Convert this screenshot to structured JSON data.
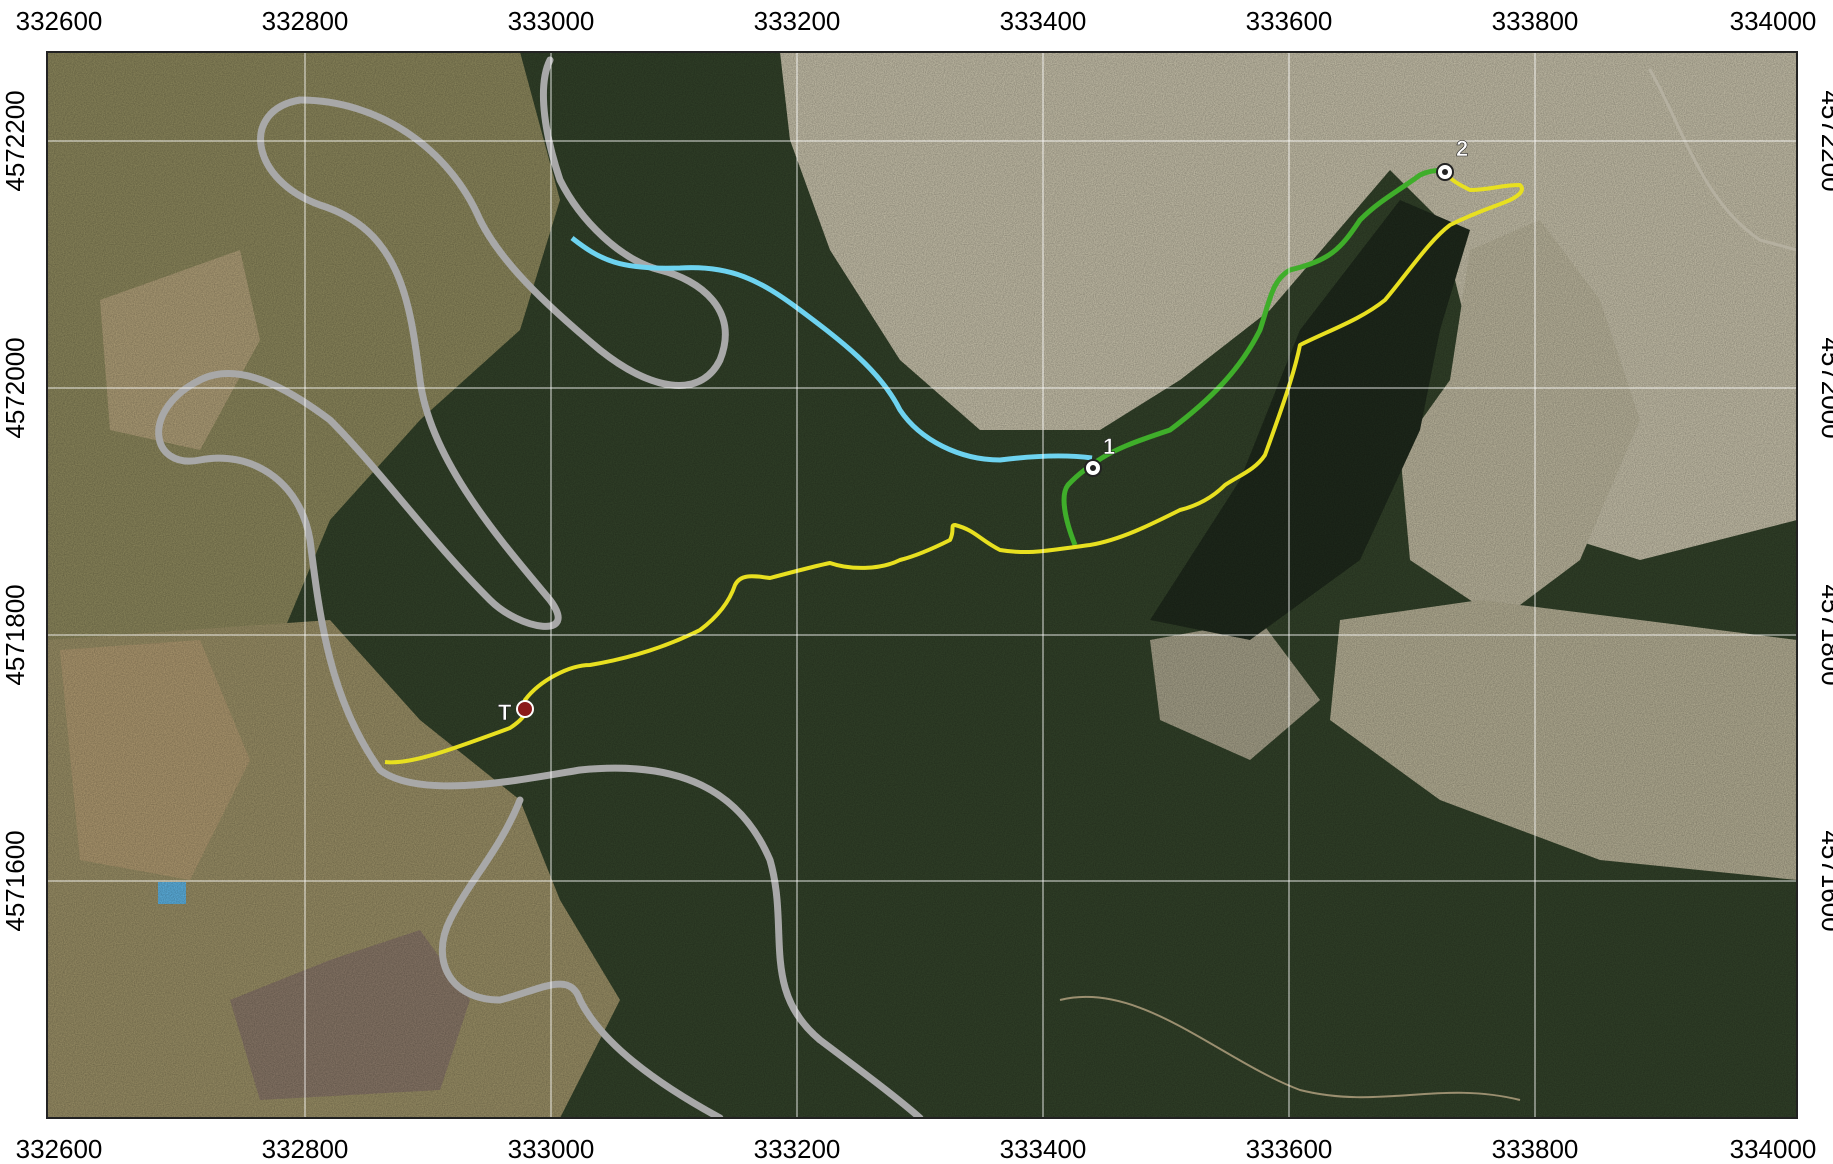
{
  "map": {
    "x_ticks": [
      "332600",
      "332800",
      "333000",
      "333200",
      "333400",
      "333600",
      "333800",
      "334000"
    ],
    "y_ticks": [
      "4572200",
      "4572000",
      "4571800",
      "4571600"
    ],
    "markers": [
      {
        "id": "T",
        "label": "T",
        "color": "#8b1a1a"
      },
      {
        "id": "1",
        "label": "1",
        "color": "#ffffff"
      },
      {
        "id": "2",
        "label": "2",
        "color": "#ffffff"
      }
    ],
    "routes": [
      {
        "id": "blue-trail",
        "color": "#6ed3f0"
      },
      {
        "id": "green-trail",
        "color": "#3fae2a"
      },
      {
        "id": "yellow-trail",
        "color": "#e8e020"
      }
    ],
    "colors": {
      "forest": "#33432a",
      "rock": "#c9c3ac",
      "farmland": "#a99a6c",
      "road": "#a8a8a8",
      "grid": "#ffffff"
    }
  }
}
